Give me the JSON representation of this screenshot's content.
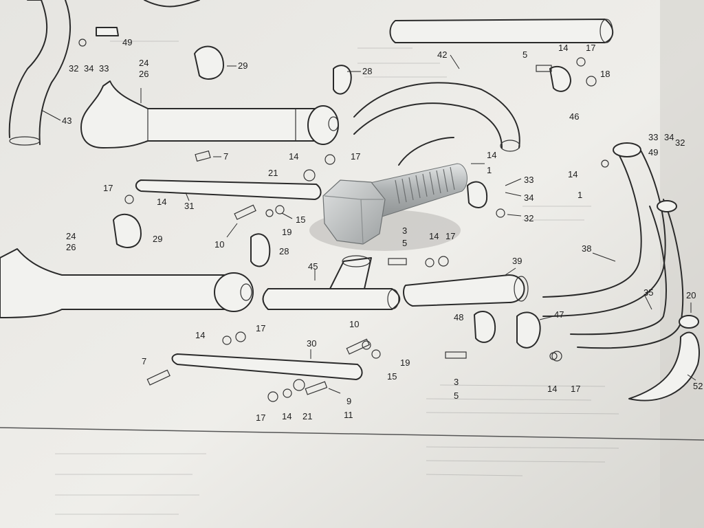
{
  "callouts": [
    {
      "text": "32"
    },
    {
      "text": "34"
    },
    {
      "text": "33"
    },
    {
      "text": "49"
    },
    {
      "text": "29"
    },
    {
      "text": "24"
    },
    {
      "text": "26"
    },
    {
      "text": "28"
    },
    {
      "text": "43"
    },
    {
      "text": "42"
    },
    {
      "text": "5"
    },
    {
      "text": "14"
    },
    {
      "text": "17"
    },
    {
      "text": "18"
    },
    {
      "text": "46"
    },
    {
      "text": "7"
    },
    {
      "text": "14"
    },
    {
      "text": "17"
    },
    {
      "text": "21"
    },
    {
      "text": "17"
    },
    {
      "text": "14"
    },
    {
      "text": "31"
    },
    {
      "text": "14"
    },
    {
      "text": "1"
    },
    {
      "text": "33"
    },
    {
      "text": "34"
    },
    {
      "text": "32"
    },
    {
      "text": "15"
    },
    {
      "text": "19"
    },
    {
      "text": "10"
    },
    {
      "text": "29"
    },
    {
      "text": "24"
    },
    {
      "text": "26"
    },
    {
      "text": "28"
    },
    {
      "text": "3"
    },
    {
      "text": "5"
    },
    {
      "text": "14"
    },
    {
      "text": "17"
    },
    {
      "text": "45"
    },
    {
      "text": "39"
    },
    {
      "text": "33"
    },
    {
      "text": "49"
    },
    {
      "text": "34"
    },
    {
      "text": "32"
    },
    {
      "text": "14"
    },
    {
      "text": "1"
    },
    {
      "text": "38"
    },
    {
      "text": "35"
    },
    {
      "text": "20"
    },
    {
      "text": "14"
    },
    {
      "text": "17"
    },
    {
      "text": "10"
    },
    {
      "text": "19"
    },
    {
      "text": "15"
    },
    {
      "text": "30"
    },
    {
      "text": "48"
    },
    {
      "text": "47"
    },
    {
      "text": "3"
    },
    {
      "text": "5"
    },
    {
      "text": "14"
    },
    {
      "text": "17"
    },
    {
      "text": "7"
    },
    {
      "text": "9"
    },
    {
      "text": "11"
    },
    {
      "text": "17"
    },
    {
      "text": "14"
    },
    {
      "text": "21"
    },
    {
      "text": "52"
    }
  ],
  "colors": {
    "paper": "#ecebe7",
    "ink": "#2a2a2a",
    "bolt": "#b9bcbd",
    "shadow": "#c8c7c2"
  }
}
